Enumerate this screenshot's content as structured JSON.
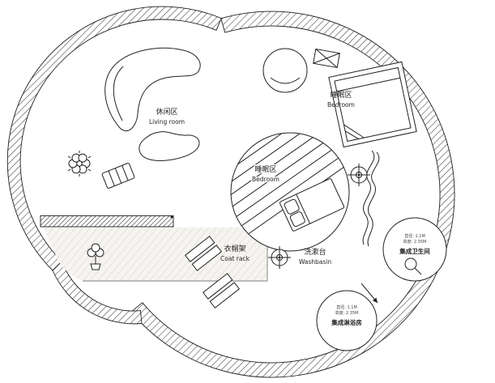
{
  "colors": {
    "paper": "#ffffff",
    "ink": "#1f1f1f",
    "wall_hatch": "#3d3d3d",
    "porch_fill": "#f6f4f0",
    "porch_line": "#cdc7bd"
  },
  "labels": {
    "living": {
      "zh": "休闲区",
      "en": "Living room"
    },
    "bedroom_top": {
      "zh": "睡眠区",
      "en": "Bedroom"
    },
    "bedroom_center": {
      "zh": "睡眠区",
      "en": "Bedroom"
    },
    "coat_rack": {
      "zh": "衣帽架",
      "en": "Coat rack"
    },
    "washbasin": {
      "zh": "洗漱台",
      "en": "Washbasin"
    },
    "bathroom_pod": {
      "name": "集成卫生间",
      "spec1": "直径: 1.1M",
      "spec2": "高度: 2.35M"
    },
    "shower_pod": {
      "name": "集成淋浴房",
      "spec1": "直径: 1.1M",
      "spec2": "高度: 2.35M"
    }
  }
}
